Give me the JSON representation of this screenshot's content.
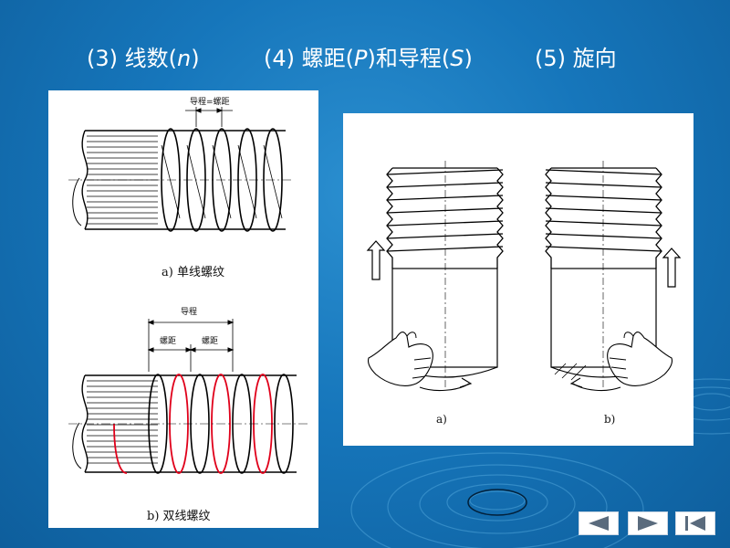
{
  "header": {
    "lines": {
      "prefix": "(3) 线数(",
      "var": "n",
      "suffix": ")"
    },
    "pitch": {
      "prefix": "(4) 螺距(",
      "var1": "P",
      "mid": ")和导程(",
      "var2": "S",
      "suffix": ")"
    },
    "hand": {
      "text": "(5) 旋向"
    }
  },
  "left_panel": {
    "fig_a": {
      "caption": "a) 单线螺纹",
      "dim_label": "导程=螺距"
    },
    "fig_b": {
      "caption": "b) 双线螺纹",
      "lead_label": "导程",
      "pitch_label_1": "螺距",
      "pitch_label_2": "螺距"
    }
  },
  "right_panel": {
    "fig_a_label": "a)",
    "fig_b_label": "b)"
  },
  "nav": {
    "prev_icon": "prev-triangle-icon",
    "next_icon": "next-triangle-icon",
    "end_icon": "end-bar-triangle-icon"
  },
  "colors": {
    "background": "#1676bb",
    "thread_red": "#e0001a",
    "text": "#ffffff"
  }
}
